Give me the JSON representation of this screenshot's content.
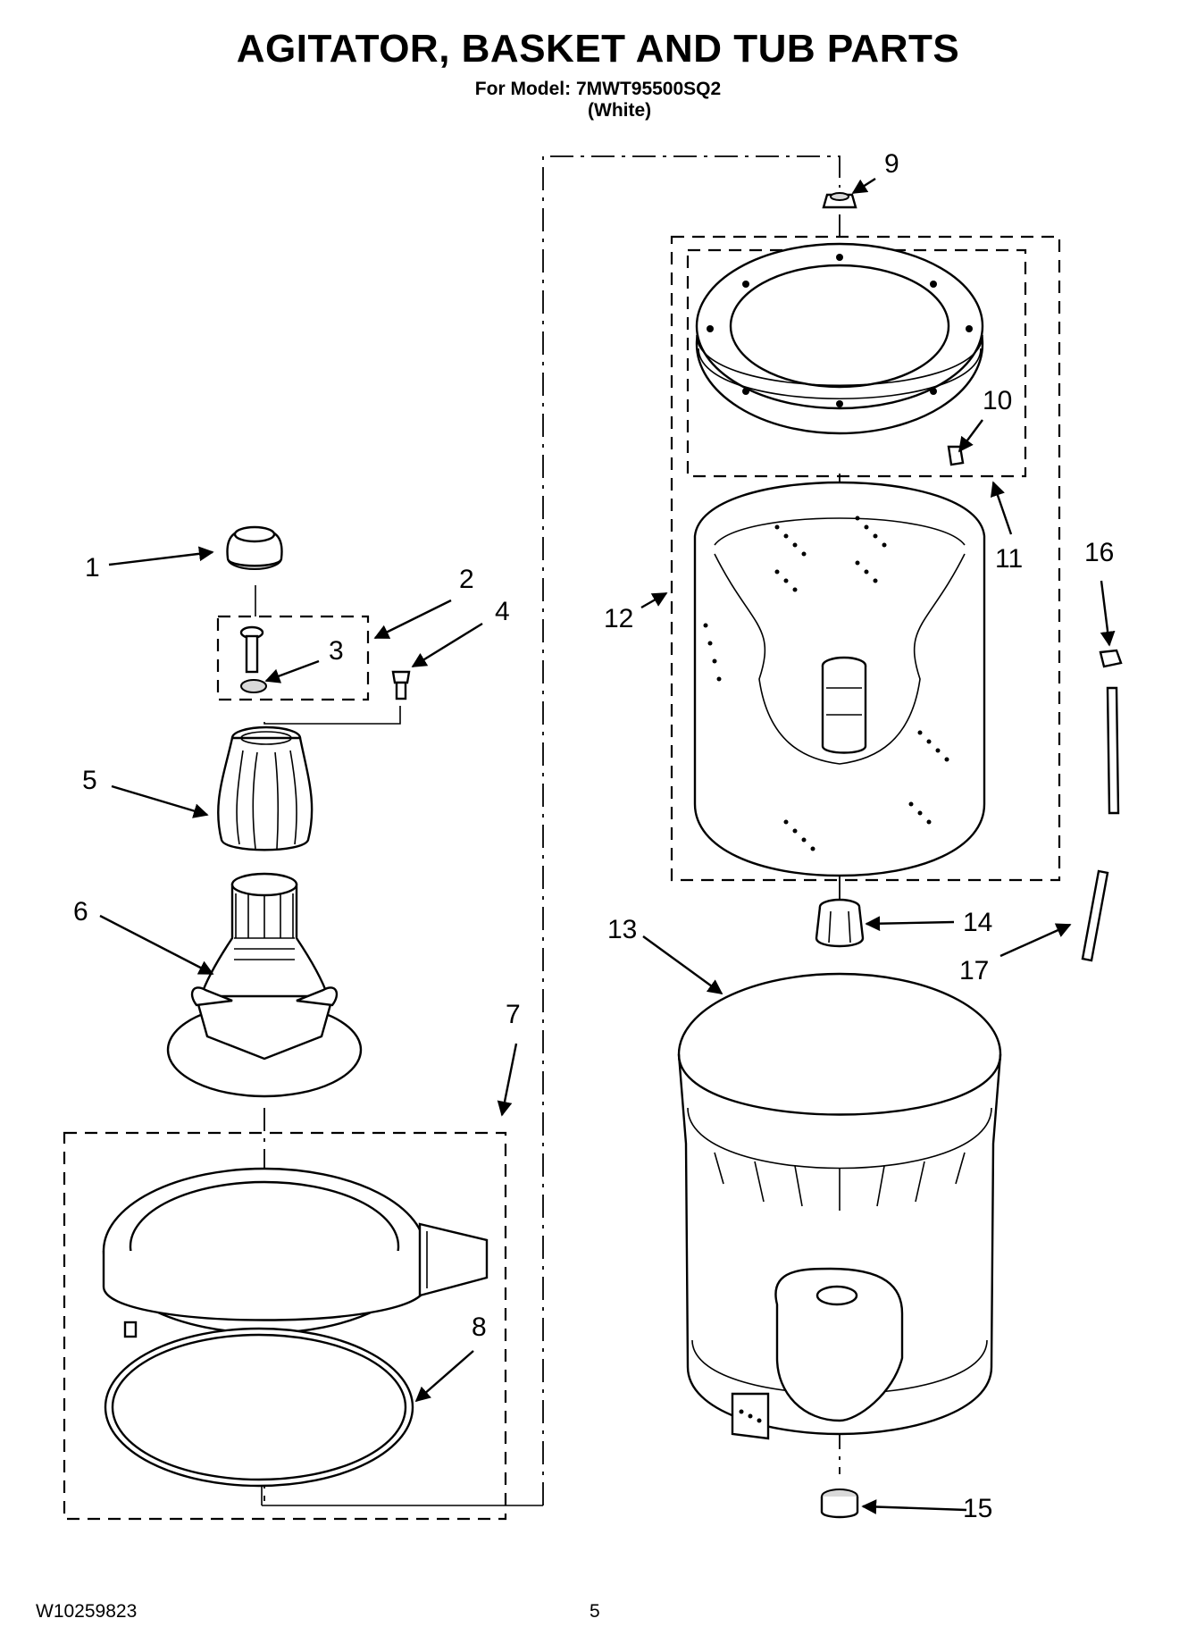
{
  "header": {
    "title": "AGITATOR, BASKET AND TUB PARTS",
    "model_line": "For Model: 7MWT95500SQ2",
    "color_line": "(White)"
  },
  "footer": {
    "document_id": "W10259823",
    "page_number": "5"
  },
  "callouts": [
    "1",
    "2",
    "3",
    "4",
    "5",
    "6",
    "7",
    "8",
    "9",
    "10",
    "11",
    "12",
    "13",
    "14",
    "15",
    "16",
    "17"
  ]
}
